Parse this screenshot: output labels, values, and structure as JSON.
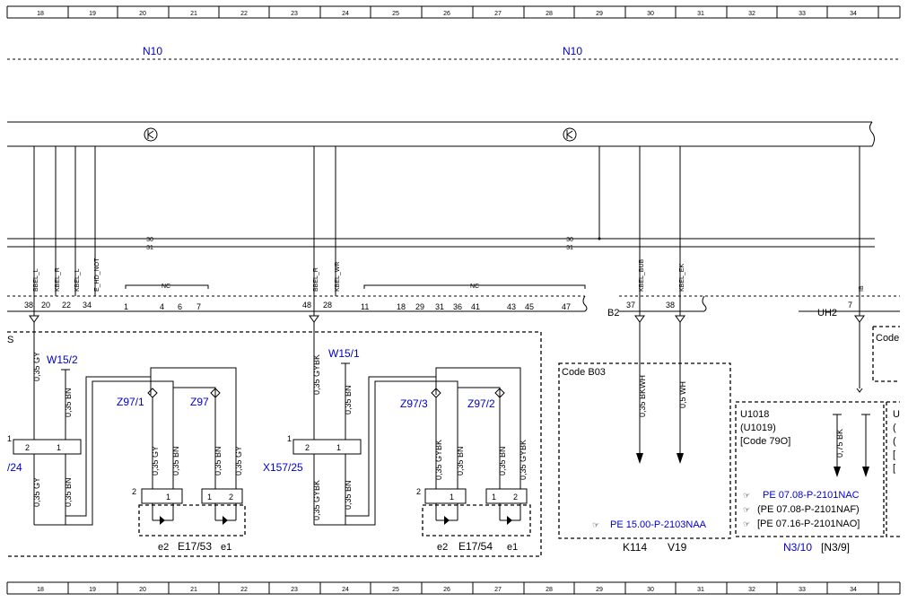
{
  "grid": {
    "top": [
      "18",
      "19",
      "20",
      "21",
      "22",
      "23",
      "24",
      "25",
      "26",
      "27",
      "28",
      "29",
      "30",
      "31",
      "32",
      "33",
      "34"
    ],
    "bottom": [
      "18",
      "19",
      "20",
      "21",
      "22",
      "23",
      "24",
      "25",
      "26",
      "27",
      "28",
      "29",
      "30",
      "31",
      "32",
      "33",
      "34"
    ]
  },
  "modules": {
    "n10_left": "N10",
    "n10_right": "N10",
    "bus_30": "30",
    "bus_31": "31",
    "bus_30b": "30",
    "bus_31b": "31"
  },
  "signals": {
    "s1": "BBEL_L",
    "s2": "KBEL_R",
    "s3": "KBEL_L",
    "s4": "E_HD_NOT",
    "s5": "BBEL_R",
    "s6": "KBEL_WR",
    "s7": "KBEL_BUB",
    "s8": "KBEL_EK",
    "s9": "IB",
    "nc1": "NC",
    "nc2": "NC"
  },
  "pins": {
    "p38": "38",
    "p20": "20",
    "p22": "22",
    "p34": "34",
    "p1": "1",
    "p4": "4",
    "p6": "6",
    "p7": "7",
    "p48": "48",
    "p28": "28",
    "p11": "11",
    "p18": "18",
    "p29": "29",
    "p31": "31",
    "p36": "36",
    "p41": "41",
    "p43": "43",
    "p45": "45",
    "p47": "47",
    "b2": "B2",
    "p37": "37",
    "p38b": "38",
    "uh2": "UH2",
    "p7b": "7"
  },
  "left_group": {
    "w15": "W15/2",
    "z97_1": "Z97/1",
    "z97": "Z97",
    "x157": "/24",
    "e17": "E17/53",
    "e2": "e2",
    "e1": "e1",
    "wire_gy_a": "0,35 GY",
    "wire_bn_a": "0,35 BN",
    "wire_gy_b": "0,35 GY",
    "wire_bn_b": "0,35 BN",
    "wire_gy_c": "0,35 GY",
    "wire_bn_c": "0,35 BN",
    "wire_bn_d": "0,35 BN",
    "wire_gy_d": "0,35 GY",
    "pin1": "1",
    "pin2": "2",
    "pin1b": "1",
    "pin2b": "2",
    "pin1c": "1",
    "pin1d": "1",
    "pin2c": "2",
    "s_label": "S"
  },
  "mid_group": {
    "w15": "W15/1",
    "z97_3": "Z97/3",
    "z97_2": "Z97/2",
    "x157": "X157/25",
    "e17": "E17/54",
    "e2": "e2",
    "e1": "e1",
    "wire_gybk_a": "0,35 GYBK",
    "wire_bn_a": "0,35 BN",
    "wire_gybk_b": "0,35 GYBK",
    "wire_bn_b": "0,35 BN",
    "wire_gybk_c": "0,35 GYBK",
    "wire_bn_c": "0,35 BN",
    "wire_bn_d": "0,35 BN",
    "wire_gybk_d": "0,35 GYBK",
    "pin1": "1",
    "pin2": "2",
    "pin1b": "1",
    "pin2b": "2",
    "pin1c": "1",
    "pin1d": "1",
    "pin2c": "2"
  },
  "code_b03": {
    "title": "Code B03",
    "wire_a": "0,35 BKWH",
    "wire_b": "0,5 WH",
    "ref": "PE 15.00-P-2103NAA",
    "k114": "K114",
    "v19": "V19"
  },
  "u1018": {
    "line1": "U1018",
    "line2": "(U1019)",
    "line3": "[Code 79O]",
    "wire": "0,75 BK",
    "ref1": "PE 07.08-P-2101NAC",
    "ref2": "(PE 07.08-P-2101NAF)",
    "ref3": "[PE 07.16-P-2101NAO]",
    "n3": "N3/10",
    "n3b": "[N3/9]",
    "edge_u": "U",
    "edge_p1": "(",
    "edge_p2": "(",
    "edge_b1": "[",
    "edge_b2": "[",
    "code_clip": "Code"
  }
}
